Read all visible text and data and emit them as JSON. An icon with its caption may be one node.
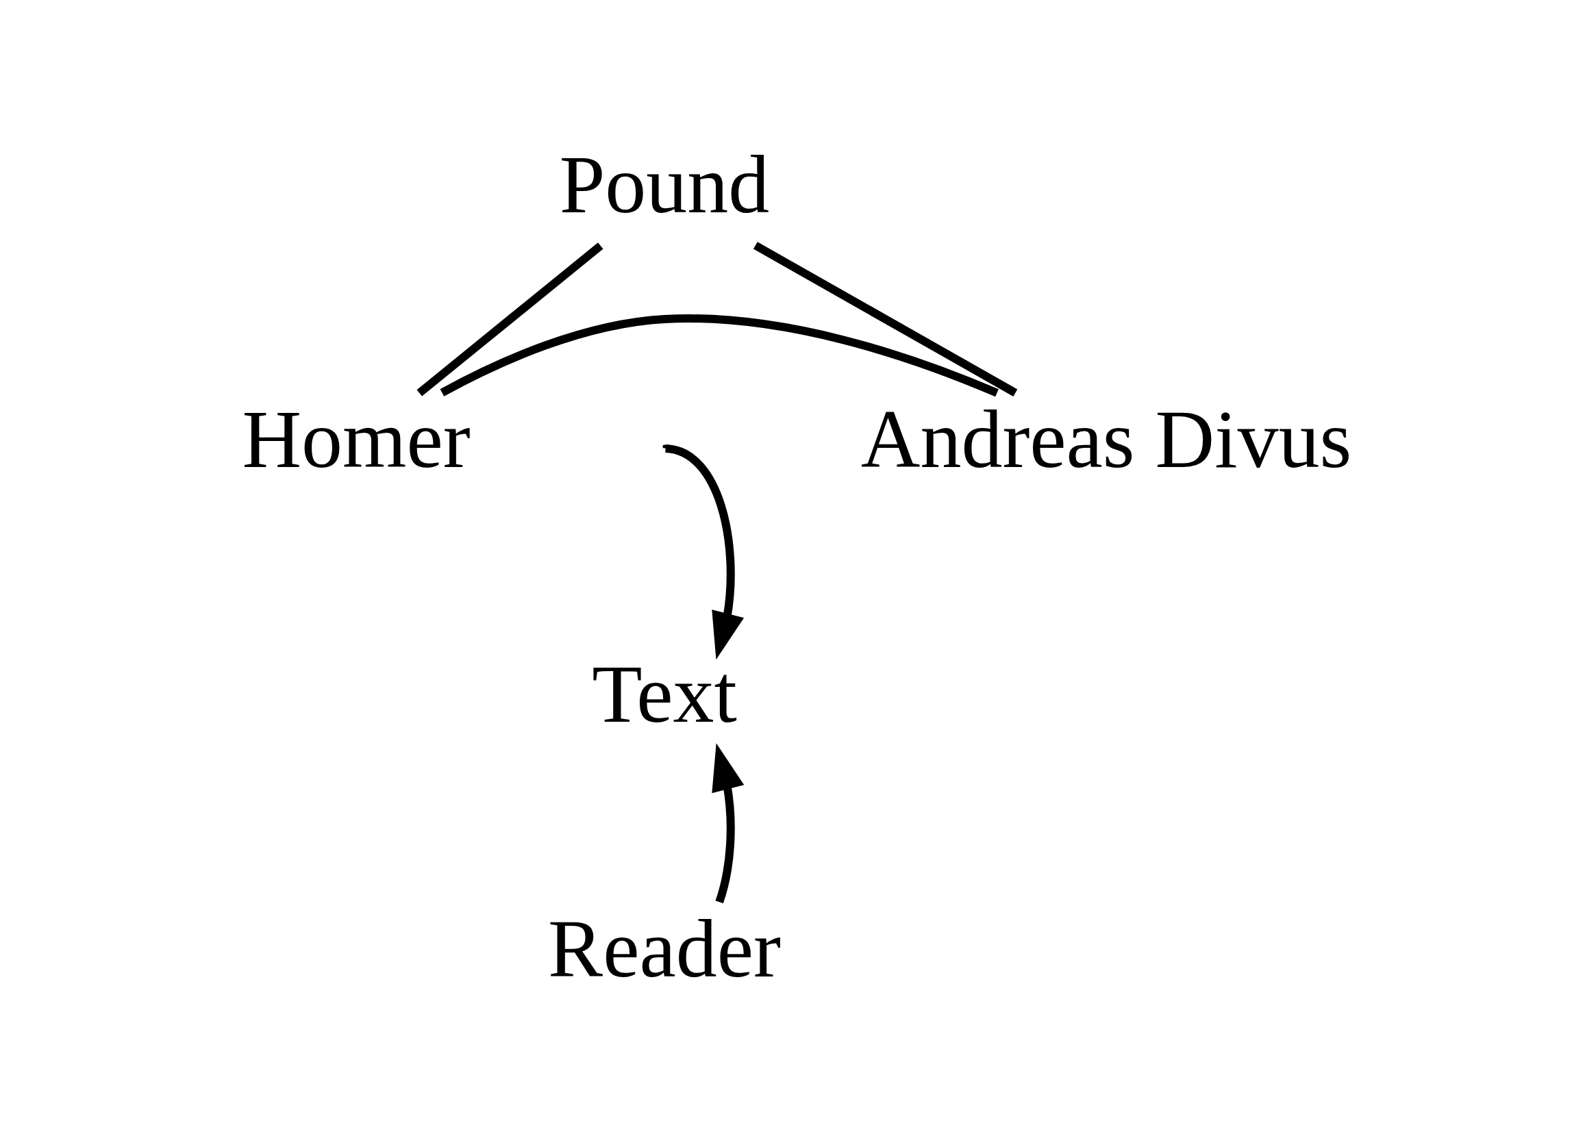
{
  "diagram": {
    "nodes": [
      {
        "text": [
          "Pound"
        ]
      },
      {
        "text": [
          "Homer"
        ]
      },
      {
        "text": [
          "Andreas Divus"
        ]
      },
      {
        "text": [
          "Text"
        ]
      },
      {
        "text": [
          "Reader"
        ]
      }
    ],
    "edges": [
      {
        "from": 0,
        "to": 1,
        "arrow": "none"
      },
      {
        "from": 0,
        "to": 2,
        "arrow": "none"
      },
      {
        "from": 1,
        "to": 2,
        "arrow": "none"
      },
      {
        "from": null,
        "to": 3,
        "arrow": "to"
      },
      {
        "from": 4,
        "to": 3,
        "arrow": "to"
      }
    ]
  }
}
